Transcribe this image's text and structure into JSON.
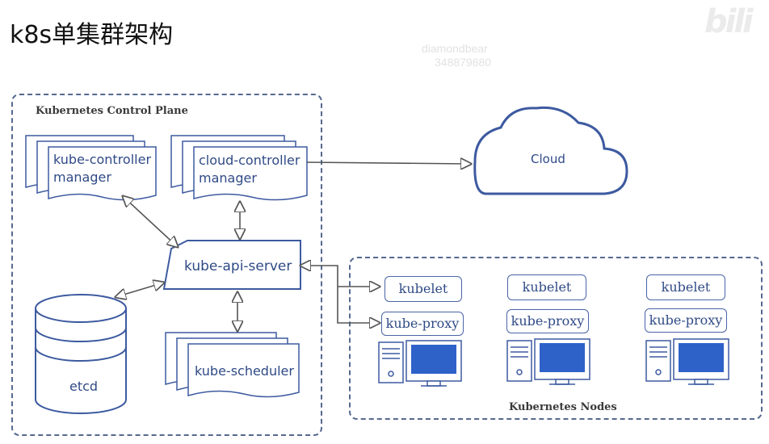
{
  "page": {
    "title": "k8s单集群架构",
    "watermark_name": "diamondbear",
    "watermark_id": "348879680",
    "logo": "bili"
  },
  "control_plane": {
    "label": "Kubernetes Control Plane",
    "kube_controller_manager": [
      "kube-controller",
      "manager"
    ],
    "cloud_controller_manager": [
      "cloud-controller",
      "manager"
    ],
    "api_server": "kube-api-server",
    "etcd": "etcd",
    "scheduler": "kube-scheduler"
  },
  "cloud": {
    "label": "Cloud"
  },
  "nodes": {
    "label": "Kubernetes Nodes",
    "items": [
      {
        "kubelet": "kubelet",
        "proxy": "kube-proxy"
      },
      {
        "kubelet": "kubelet",
        "proxy": "kube-proxy"
      },
      {
        "kubelet": "kubelet",
        "proxy": "kube-proxy"
      }
    ]
  },
  "colors": {
    "stroke": "#3d5aa0",
    "text": "#2f4a86",
    "arrow": "#555555",
    "screen": "#2e62c9"
  },
  "icons": [
    "document-stack-icon",
    "cloud-icon",
    "database-icon",
    "server-tower-icon",
    "monitor-icon"
  ]
}
